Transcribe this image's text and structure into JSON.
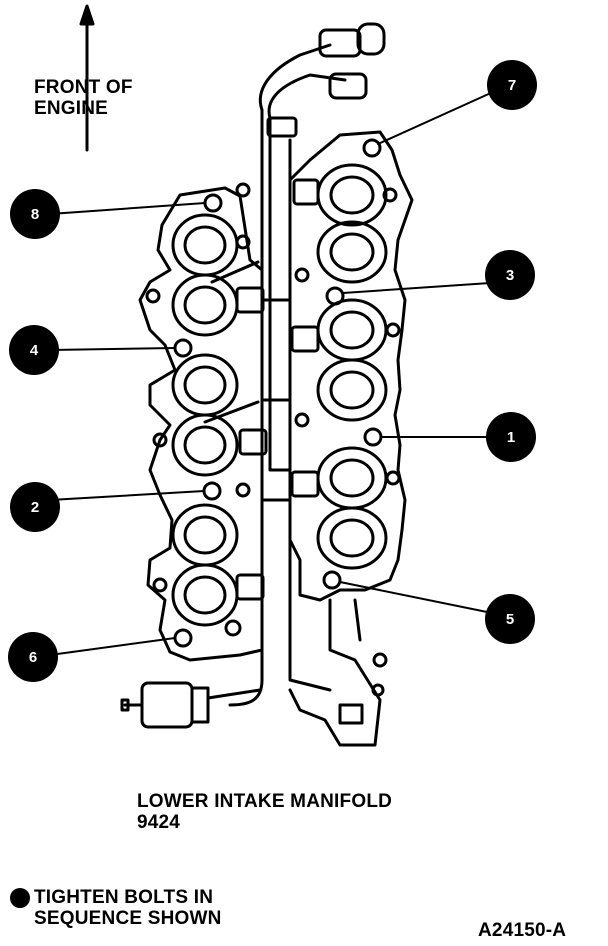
{
  "labels": {
    "front_line1": "FRONT OF",
    "front_line2": "ENGINE",
    "part_name": "LOWER INTAKE MANIFOLD",
    "part_number": "9424",
    "legend_line1": "TIGHTEN BOLTS IN",
    "legend_line2": "SEQUENCE SHOWN",
    "figure_id": "A24150-A"
  },
  "sequence": [
    "7",
    "8",
    "3",
    "4",
    "1",
    "2",
    "5",
    "6"
  ],
  "colors": {
    "ink": "#000000",
    "paper": "#ffffff"
  }
}
